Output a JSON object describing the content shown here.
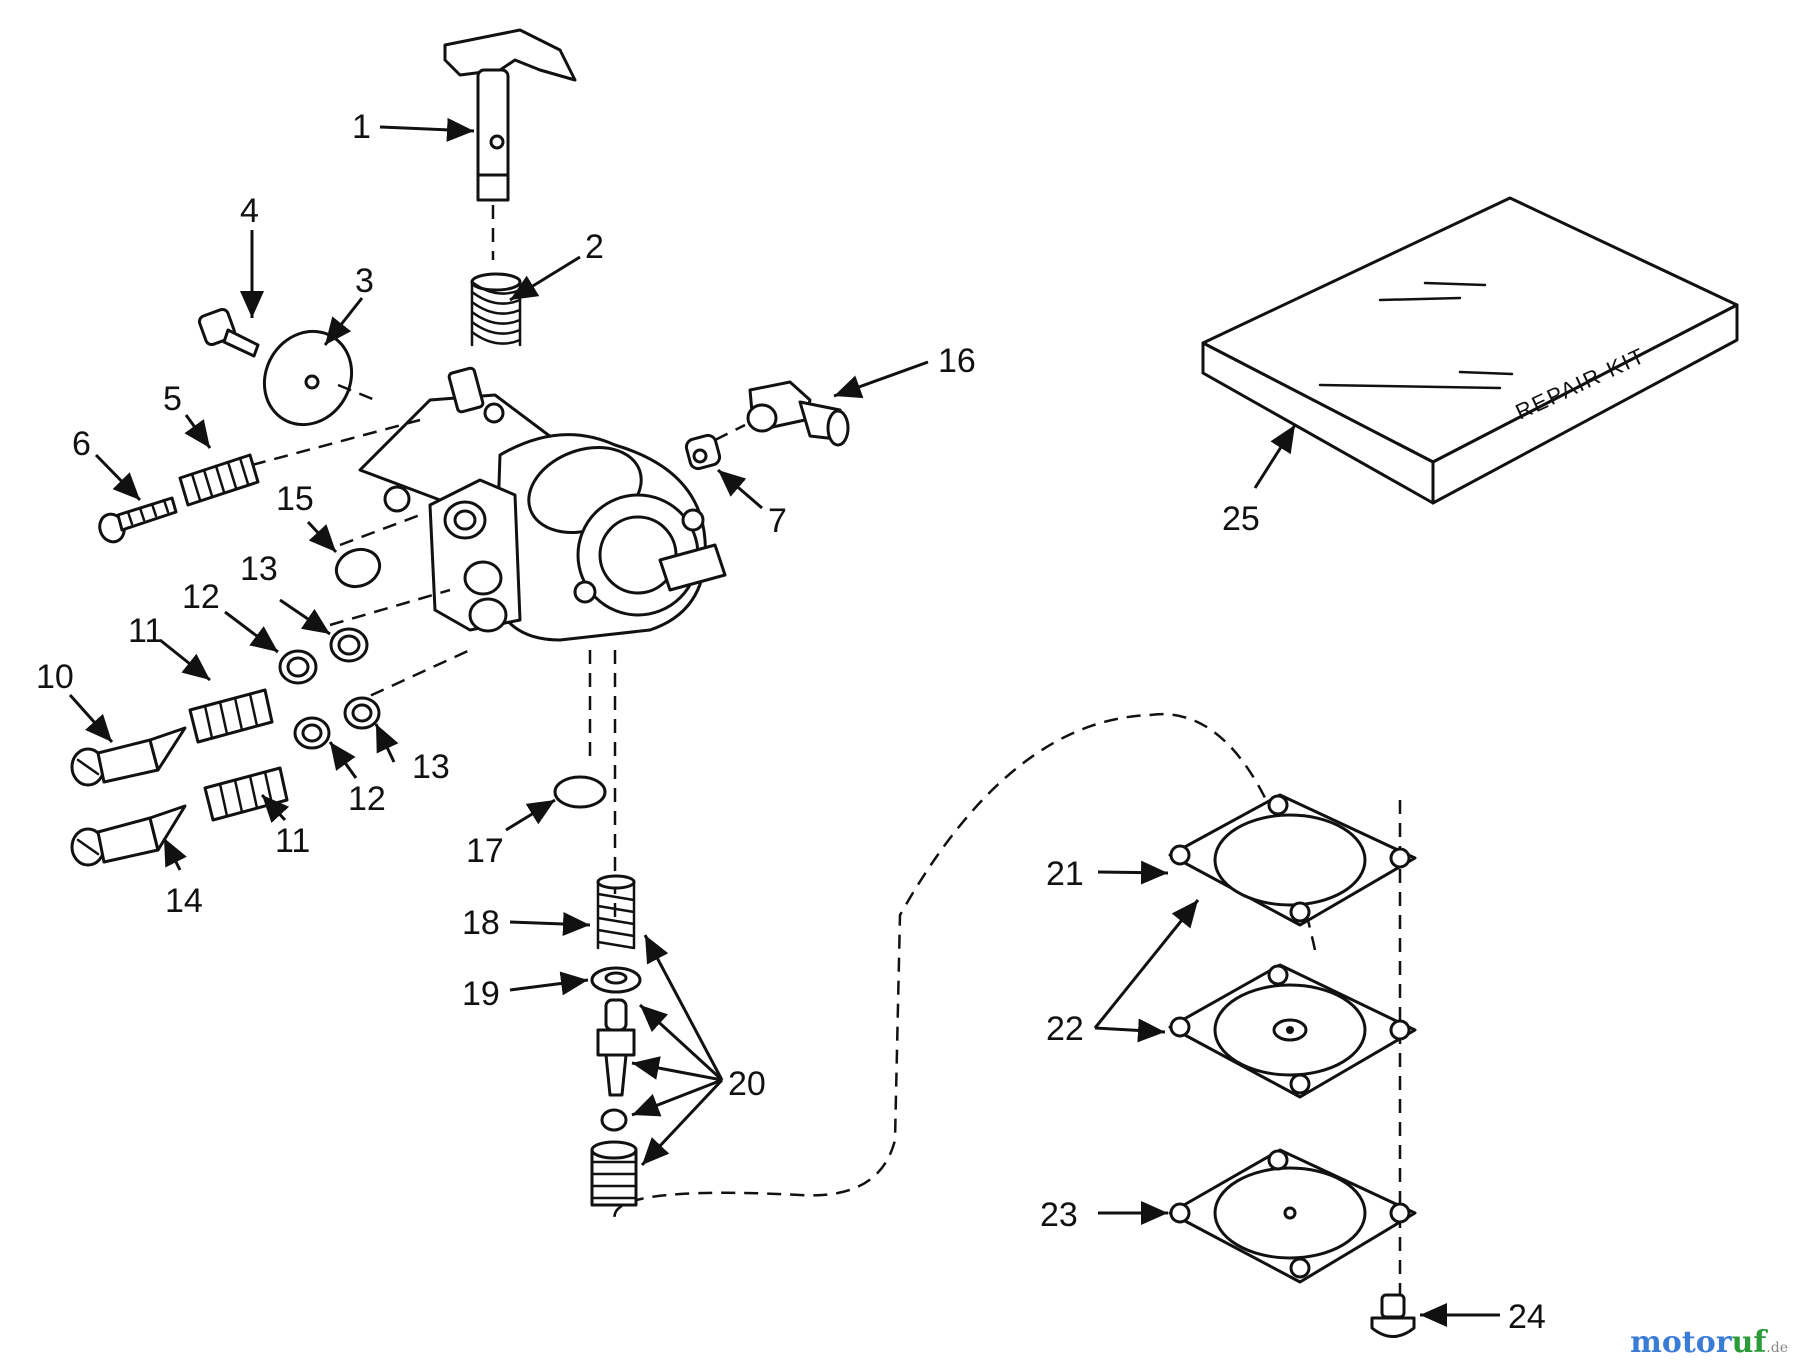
{
  "callouts": {
    "c1": "1",
    "c2": "2",
    "c3": "3",
    "c4": "4",
    "c5": "5",
    "c6": "6",
    "c7": "7",
    "c10": "10",
    "c11a": "11",
    "c11b": "11",
    "c12a": "12",
    "c12b": "12",
    "c13a": "13",
    "c13b": "13",
    "c14": "14",
    "c15": "15",
    "c16": "16",
    "c17": "17",
    "c18": "18",
    "c19": "19",
    "c20": "20",
    "c21": "21",
    "c22": "22",
    "c23": "23",
    "c24": "24",
    "c25": "25"
  },
  "kit_label": "REPAIR KIT",
  "watermark": {
    "main": "motor",
    "accent": "uf",
    "tld": ".de"
  },
  "colors": {
    "line": "#111111",
    "watermark_blue": "#3a7bd5",
    "watermark_green": "#2b9b3a"
  }
}
